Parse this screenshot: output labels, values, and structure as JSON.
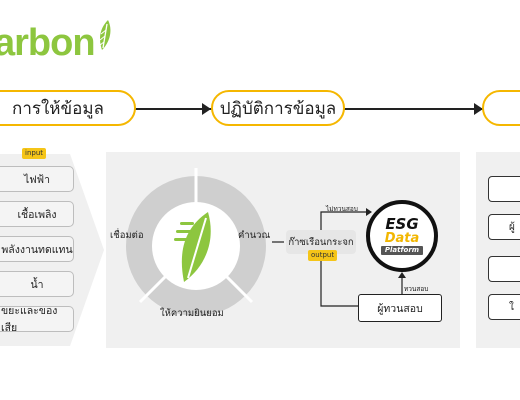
{
  "brand": {
    "logo_text": "arbon",
    "accent": "#8dc63f"
  },
  "stages": [
    {
      "label": "การให้ข้อมูล"
    },
    {
      "label": "ปฏิบัติการข้อมูล"
    },
    {
      "label": ""
    }
  ],
  "colors": {
    "stage_border": "#f5b700",
    "tag_bg": "#f5c518",
    "panel_bg": "#f0f0f0"
  },
  "inputs": {
    "tag": "input",
    "items": [
      "ไฟฟ้า",
      "เชื้อเพลิง",
      "พลังงานทดแทน",
      "น้ำ",
      "ขยะและของเสีย"
    ]
  },
  "donut": {
    "left_label": "เชื่อมต่อ",
    "right_label": "คำนวณ",
    "bottom_label": "ให้ความยินยอม"
  },
  "process": {
    "box_label": "ก๊าซเรือนกระจก",
    "output_tag": "output",
    "top_label": "ไม่ทวนสอบ",
    "right_label": "ทวนสอบ",
    "reviewer_label": "ผู้ทวนสอบ"
  },
  "esg": {
    "line1": "ESG",
    "line2": "Data",
    "line3": "Platform"
  },
  "outputs": [
    "",
    "ผู้",
    "",
    "ใ"
  ]
}
